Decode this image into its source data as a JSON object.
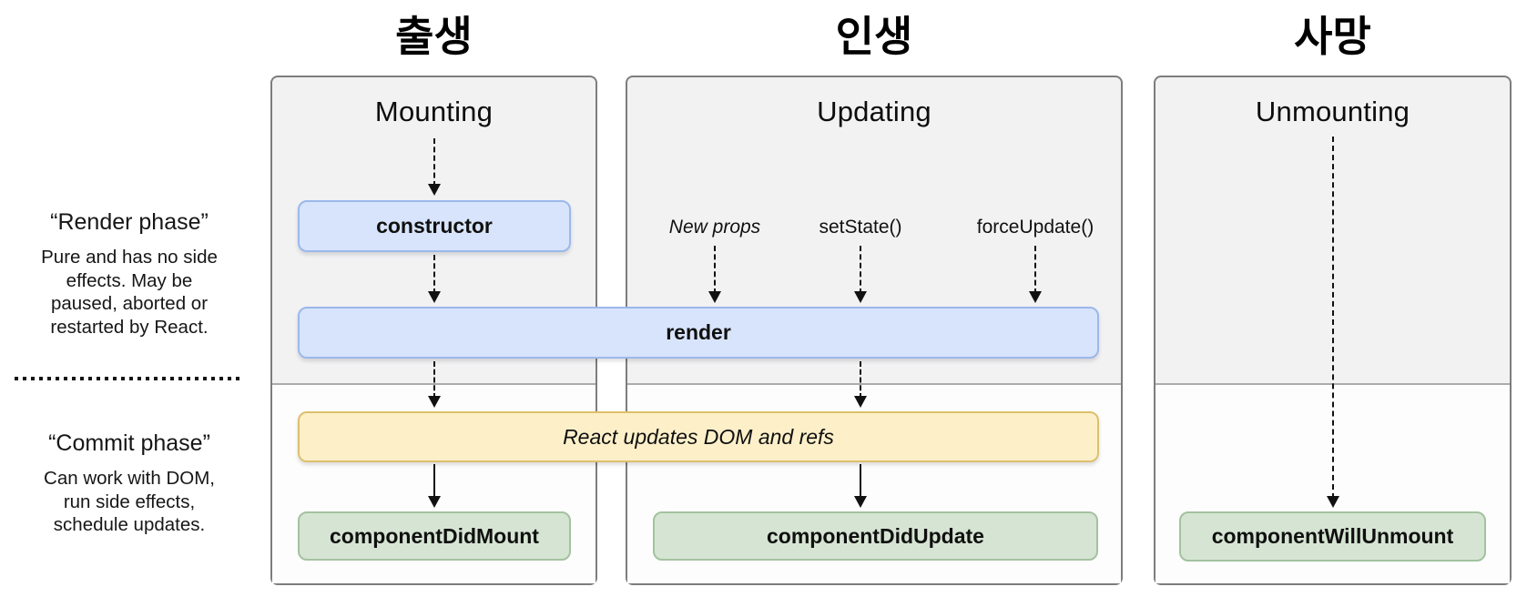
{
  "colors": {
    "blue_fill": "#d7e4fb",
    "blue_border": "#9cb8ec",
    "yellow_fill": "#fdf0c9",
    "yellow_border": "#ddc06e",
    "green_fill": "#d6e5d3",
    "green_border": "#a3c29f",
    "panel_bg": "#f2f2f3",
    "commit_bg": "#fdfdfd",
    "panel_border": "#7d7d7d",
    "divider": "#ababab",
    "arrow": "#111111"
  },
  "sidebar": {
    "render_phase": {
      "title": "“Render phase”",
      "lines": [
        "Pure and has no side",
        "effects. May be",
        "paused, aborted or",
        "restarted by React."
      ]
    },
    "commit_phase": {
      "title": "“Commit phase”",
      "lines": [
        "Can work with DOM,",
        "run side effects,",
        "schedule updates."
      ]
    }
  },
  "columns": {
    "mounting": {
      "korean": "출생",
      "title": "Mounting",
      "constructor_label": "constructor",
      "did_mount_label": "componentDidMount"
    },
    "updating": {
      "korean": "인생",
      "title": "Updating",
      "new_props_label": "New props",
      "set_state_label": "setState()",
      "force_update_label": "forceUpdate()",
      "did_update_label": "componentDidUpdate"
    },
    "unmounting": {
      "korean": "사망",
      "title": "Unmounting",
      "will_unmount_label": "componentWillUnmount"
    }
  },
  "shared": {
    "render_label": "render",
    "react_updates_label": "React updates DOM and refs"
  }
}
